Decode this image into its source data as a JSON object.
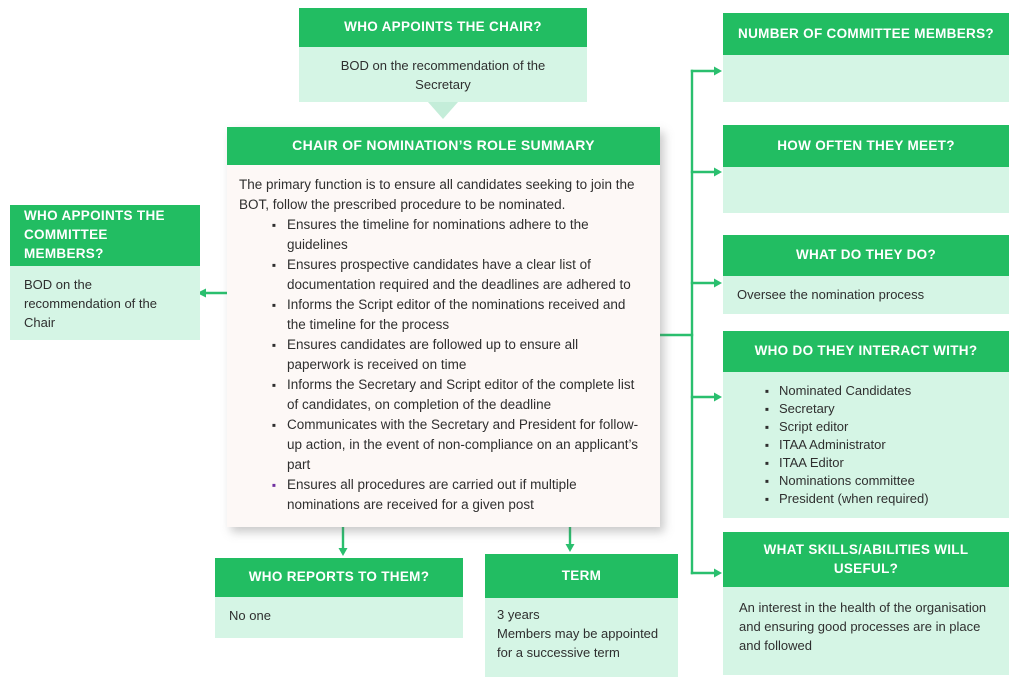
{
  "colors": {
    "header_green": "#22bd62",
    "body_green": "#d5f5e5",
    "tail_green": "#c4edd9",
    "connector_green": "#2abf6e",
    "center_body_bg": "#fdf8f6",
    "text_dark": "#2f2f2f",
    "highlight_bullet_purple": "#7030a0"
  },
  "top_box": {
    "title": "WHO APPOINTS THE CHAIR?",
    "body": "BOD on the recommendation of the Secretary"
  },
  "center_box": {
    "title": "CHAIR OF NOMINATION’S ROLE SUMMARY",
    "intro": "The primary function is to ensure all candidates seeking to join the BOT, follow the prescribed procedure to be nominated.",
    "bullets": [
      "Ensures the timeline for nominations adhere to the guidelines",
      "Ensures prospective candidates have a clear list of documentation required and the deadlines are adhered to",
      "Informs the Script editor of the nominations received and the timeline for the process",
      "Ensures candidates are followed up to ensure all paperwork is received on time",
      "Informs the Secretary and Script editor of the complete list of candidates, on completion of the deadline",
      "Communicates with the Secretary and President for follow-up action, in the event of non-compliance on an applicant’s part",
      "Ensures all procedures are carried out if multiple nominations are received for a given post"
    ]
  },
  "left_box": {
    "title": "WHO APPOINTS THE COMMITTEE MEMBERS?",
    "body": "BOD on the recommendation of the Chair"
  },
  "right_boxes": [
    {
      "title": "NUMBER OF COMMITTEE MEMBERS?",
      "body": ""
    },
    {
      "title": "HOW OFTEN THEY MEET?",
      "body": ""
    },
    {
      "title": "WHAT DO THEY DO?",
      "body": "Oversee the nomination process"
    },
    {
      "title": "WHO DO THEY INTERACT WITH?",
      "bullets": [
        "Nominated Candidates",
        "Secretary",
        "Script editor",
        "ITAA Administrator",
        "ITAA Editor",
        "Nominations committee",
        "President (when required)"
      ]
    },
    {
      "title": "WHAT SKILLS/ABILITIES WILL USEFUL?",
      "body": "An interest in the health of the organisation and ensuring good processes are in place and followed"
    }
  ],
  "bottom_boxes": [
    {
      "title": "WHO REPORTS TO THEM?",
      "body": "No one"
    },
    {
      "title": "TERM",
      "body_lines": [
        "3 years",
        "Members may be appointed for a successive term"
      ]
    }
  ]
}
